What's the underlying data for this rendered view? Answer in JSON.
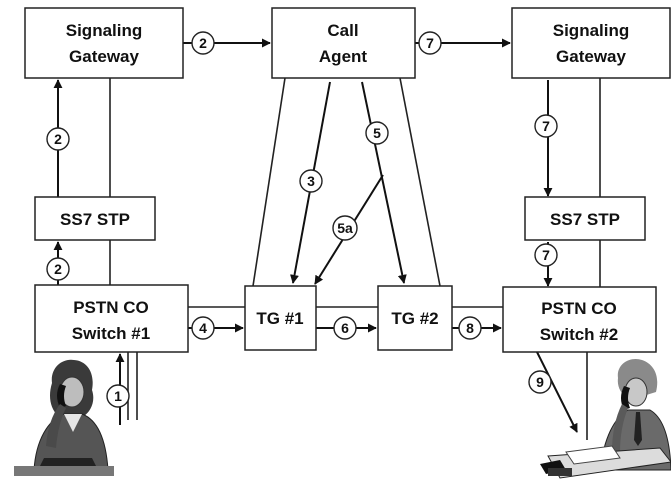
{
  "nodes": {
    "sg_left": [
      "Signaling",
      "Gateway"
    ],
    "call_agent": [
      "Call",
      "Agent"
    ],
    "sg_right": [
      "Signaling",
      "Gateway"
    ],
    "stp_left": "SS7 STP",
    "stp_right": "SS7 STP",
    "co_left": [
      "PSTN CO",
      "Switch #1"
    ],
    "tg1": "TG #1",
    "tg2": "TG #2",
    "co_right": [
      "PSTN CO",
      "Switch #2"
    ]
  },
  "steps": {
    "s1": "1",
    "s2_top": "2",
    "s2_mid": "2",
    "s2_low": "2",
    "s3": "3",
    "s4": "4",
    "s5": "5",
    "s5a": "5a",
    "s6": "6",
    "s7_top": "7",
    "s7_mid": "7",
    "s7_low": "7",
    "s8": "8",
    "s9": "9"
  },
  "figures": {
    "left_person": "caller-figure",
    "right_person": "callee-figure"
  }
}
